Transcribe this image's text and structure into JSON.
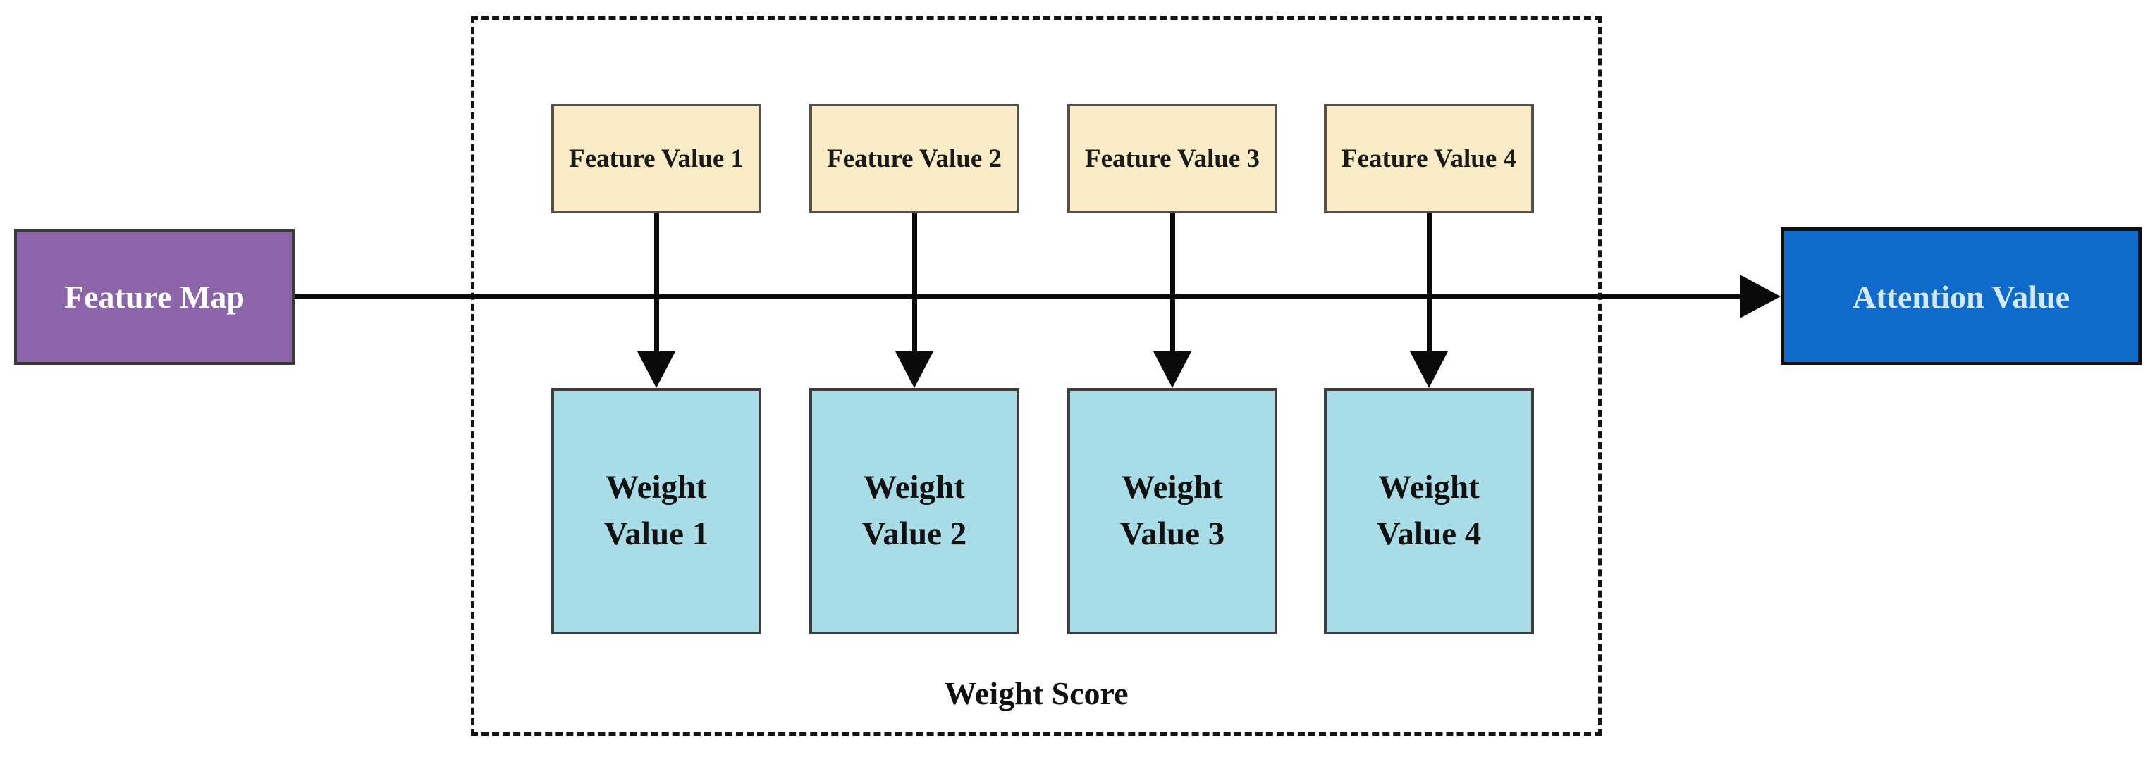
{
  "diagram": {
    "feature_map": {
      "label": "Feature Map"
    },
    "weight_score": {
      "label": "Weight Score"
    },
    "feature_values": [
      {
        "label": "Feature Value 1"
      },
      {
        "label": "Feature Value 2"
      },
      {
        "label": "Feature Value 3"
      },
      {
        "label": "Feature Value 4"
      }
    ],
    "weight_values": [
      {
        "line1": "Weight",
        "line2": "Value 1"
      },
      {
        "line1": "Weight",
        "line2": "Value 2"
      },
      {
        "line1": "Weight",
        "line2": "Value 3"
      },
      {
        "line1": "Weight",
        "line2": "Value 4"
      }
    ],
    "attention_value": {
      "label": "Attention Value"
    }
  },
  "colors": {
    "feature-map-fill": "#8B64A9",
    "feature-value-fill": "#F9ECC7",
    "weight-value-fill": "#A8DCE6",
    "attention-fill": "#0E6BCB",
    "attention-text": "#D2E9FA",
    "arrow": "#0a0a0a"
  }
}
